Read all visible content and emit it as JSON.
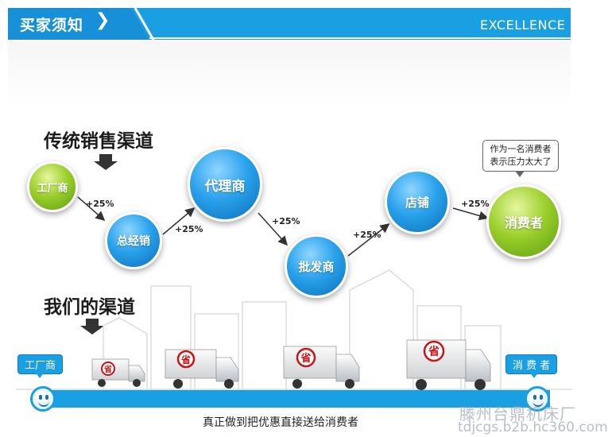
{
  "header": {
    "title": "买家须知",
    "chevron": "❯",
    "right_label": "EXCELLENCE"
  },
  "traditional": {
    "title": "传统销售渠道",
    "nodes": [
      "工厂商",
      "总经销",
      "代理商",
      "批发商",
      "店铺",
      "消费者"
    ],
    "markups": [
      "+25%",
      "+25%",
      "+25%",
      "+25%",
      "+25%"
    ],
    "bubble_line1": "作为一名消费者",
    "bubble_line2": "表示压力太大了"
  },
  "ours": {
    "title": "我们的渠道",
    "start_label": "工厂商",
    "end_label": "消 费 者",
    "truck_mark": "省",
    "slogan": "真正做到把优惠直接送给消费者"
  },
  "watermark": {
    "line1": "滕州台鼎机床厂",
    "line2": "tdjcgs.b2b.hc360.com"
  },
  "colors": {
    "brand_blue": "#1a9fe2",
    "green": "#9bd02c",
    "arrow": "#333333"
  }
}
